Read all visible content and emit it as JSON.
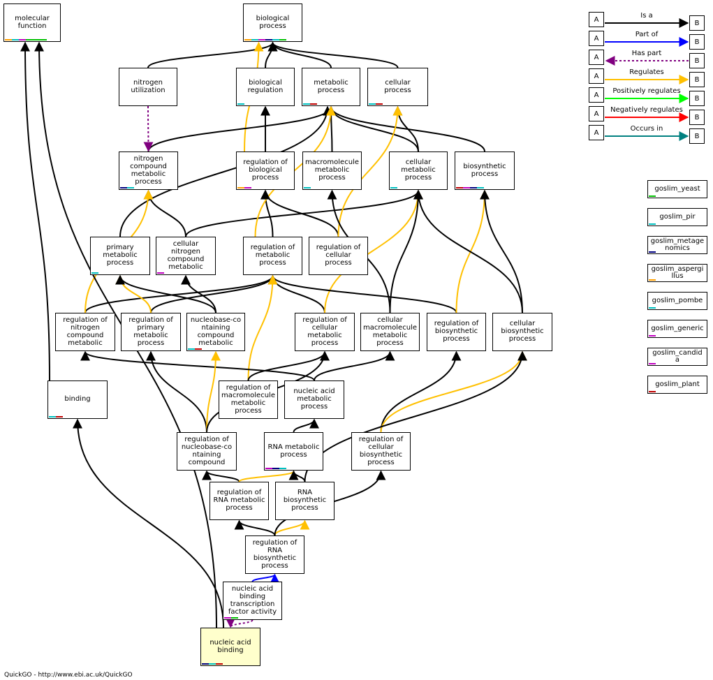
{
  "colors": {
    "is_a": "#000000",
    "part_of": "#0000ff",
    "has_part": "#800080",
    "regulates": "#ffc000",
    "positively_regulates": "#00ff00",
    "negatively_regulates": "#ff0000",
    "occurs_in": "#008080",
    "highlight": "#ffffcc",
    "slim_cyan": "#00c0c0",
    "slim_green": "#00c000",
    "slim_navy": "#000080",
    "slim_orange": "#ffa000",
    "slim_magenta": "#c000c0",
    "slim_red": "#c00000"
  },
  "nodes": {
    "molecular_function": "molecular\nfunction",
    "biological_process": "biological\nprocess",
    "nitrogen_utilization": "nitrogen\nutilization",
    "biological_regulation": "biological\nregulation",
    "metabolic_process": "metabolic\nprocess",
    "cellular_process": "cellular\nprocess",
    "nitrogen_compound_metabolic_process": "nitrogen\ncompound\nmetabolic\nprocess",
    "regulation_of_biological_process": "regulation of\nbiological\nprocess",
    "macromolecule_metabolic_process": "macromolecule\nmetabolic\nprocess",
    "cellular_metabolic_process": "cellular\nmetabolic\nprocess",
    "biosynthetic_process": "biosynthetic\nprocess",
    "primary_metabolic_process": "primary\nmetabolic\nprocess",
    "cellular_nitrogen_compound_metabolic": "cellular\nnitrogen\ncompound\nmetabolic",
    "regulation_of_metabolic_process": "regulation of\nmetabolic\nprocess",
    "regulation_of_cellular_process": "regulation of\ncellular\nprocess",
    "regulation_of_nitrogen_compound_metabolic": "regulation of\nnitrogen\ncompound\nmetabolic",
    "regulation_of_primary_metabolic_process": "regulation of\nprimary\nmetabolic\nprocess",
    "nucleobase_containing_compound_metabolic": "nucleobase-co\nntaining\ncompound\nmetabolic",
    "regulation_of_cellular_metabolic_process": "regulation of\ncellular\nmetabolic\nprocess",
    "cellular_macromolecule_metabolic_process": "cellular\nmacromolecule\nmetabolic\nprocess",
    "regulation_of_biosynthetic_process": "regulation of\nbiosynthetic\nprocess",
    "cellular_biosynthetic_process": "cellular\nbiosynthetic\nprocess",
    "binding": "binding",
    "regulation_of_macromolecule_metabolic_process": "regulation of\nmacromolecule\nmetabolic\nprocess",
    "nucleic_acid_metabolic_process": "nucleic acid\nmetabolic\nprocess",
    "regulation_of_nucleobase_containing_compound": "regulation of\nnucleobase-co\nntaining\ncompound",
    "rna_metabolic_process": "RNA metabolic\nprocess",
    "regulation_of_cellular_biosynthetic_process": "regulation of\ncellular\nbiosynthetic\nprocess",
    "regulation_of_rna_metabolic_process": "regulation of\nRNA metabolic\nprocess",
    "rna_biosynthetic_process": "RNA\nbiosynthetic\nprocess",
    "regulation_of_rna_biosynthetic_process": "regulation of\nRNA\nbiosynthetic\nprocess",
    "nucleic_acid_binding_tf_activity": "nucleic acid\nbinding\ntranscription\nfactor activity",
    "nucleic_acid_binding": "nucleic acid\nbinding"
  },
  "legend": {
    "box_a": "A",
    "box_b": "B",
    "is_a": "Is a",
    "part_of": "Part of",
    "has_part": "Has part",
    "regulates": "Regulates",
    "positively_regulates": "Positively regulates",
    "negatively_regulates": "Negatively regulates",
    "occurs_in": "Occurs in"
  },
  "slims": {
    "goslim_yeast": "goslim_yeast",
    "goslim_pir": "goslim_pir",
    "goslim_metagenomics": "goslim_metage\nnomics",
    "goslim_aspergillus": "goslim_aspergi\nllus",
    "goslim_pombe": "goslim_pombe",
    "goslim_generic": "goslim_generic",
    "goslim_candida": "goslim_candid\na",
    "goslim_plant": "goslim_plant"
  },
  "footer": "QuickGO - http://www.ebi.ac.uk/QuickGO"
}
